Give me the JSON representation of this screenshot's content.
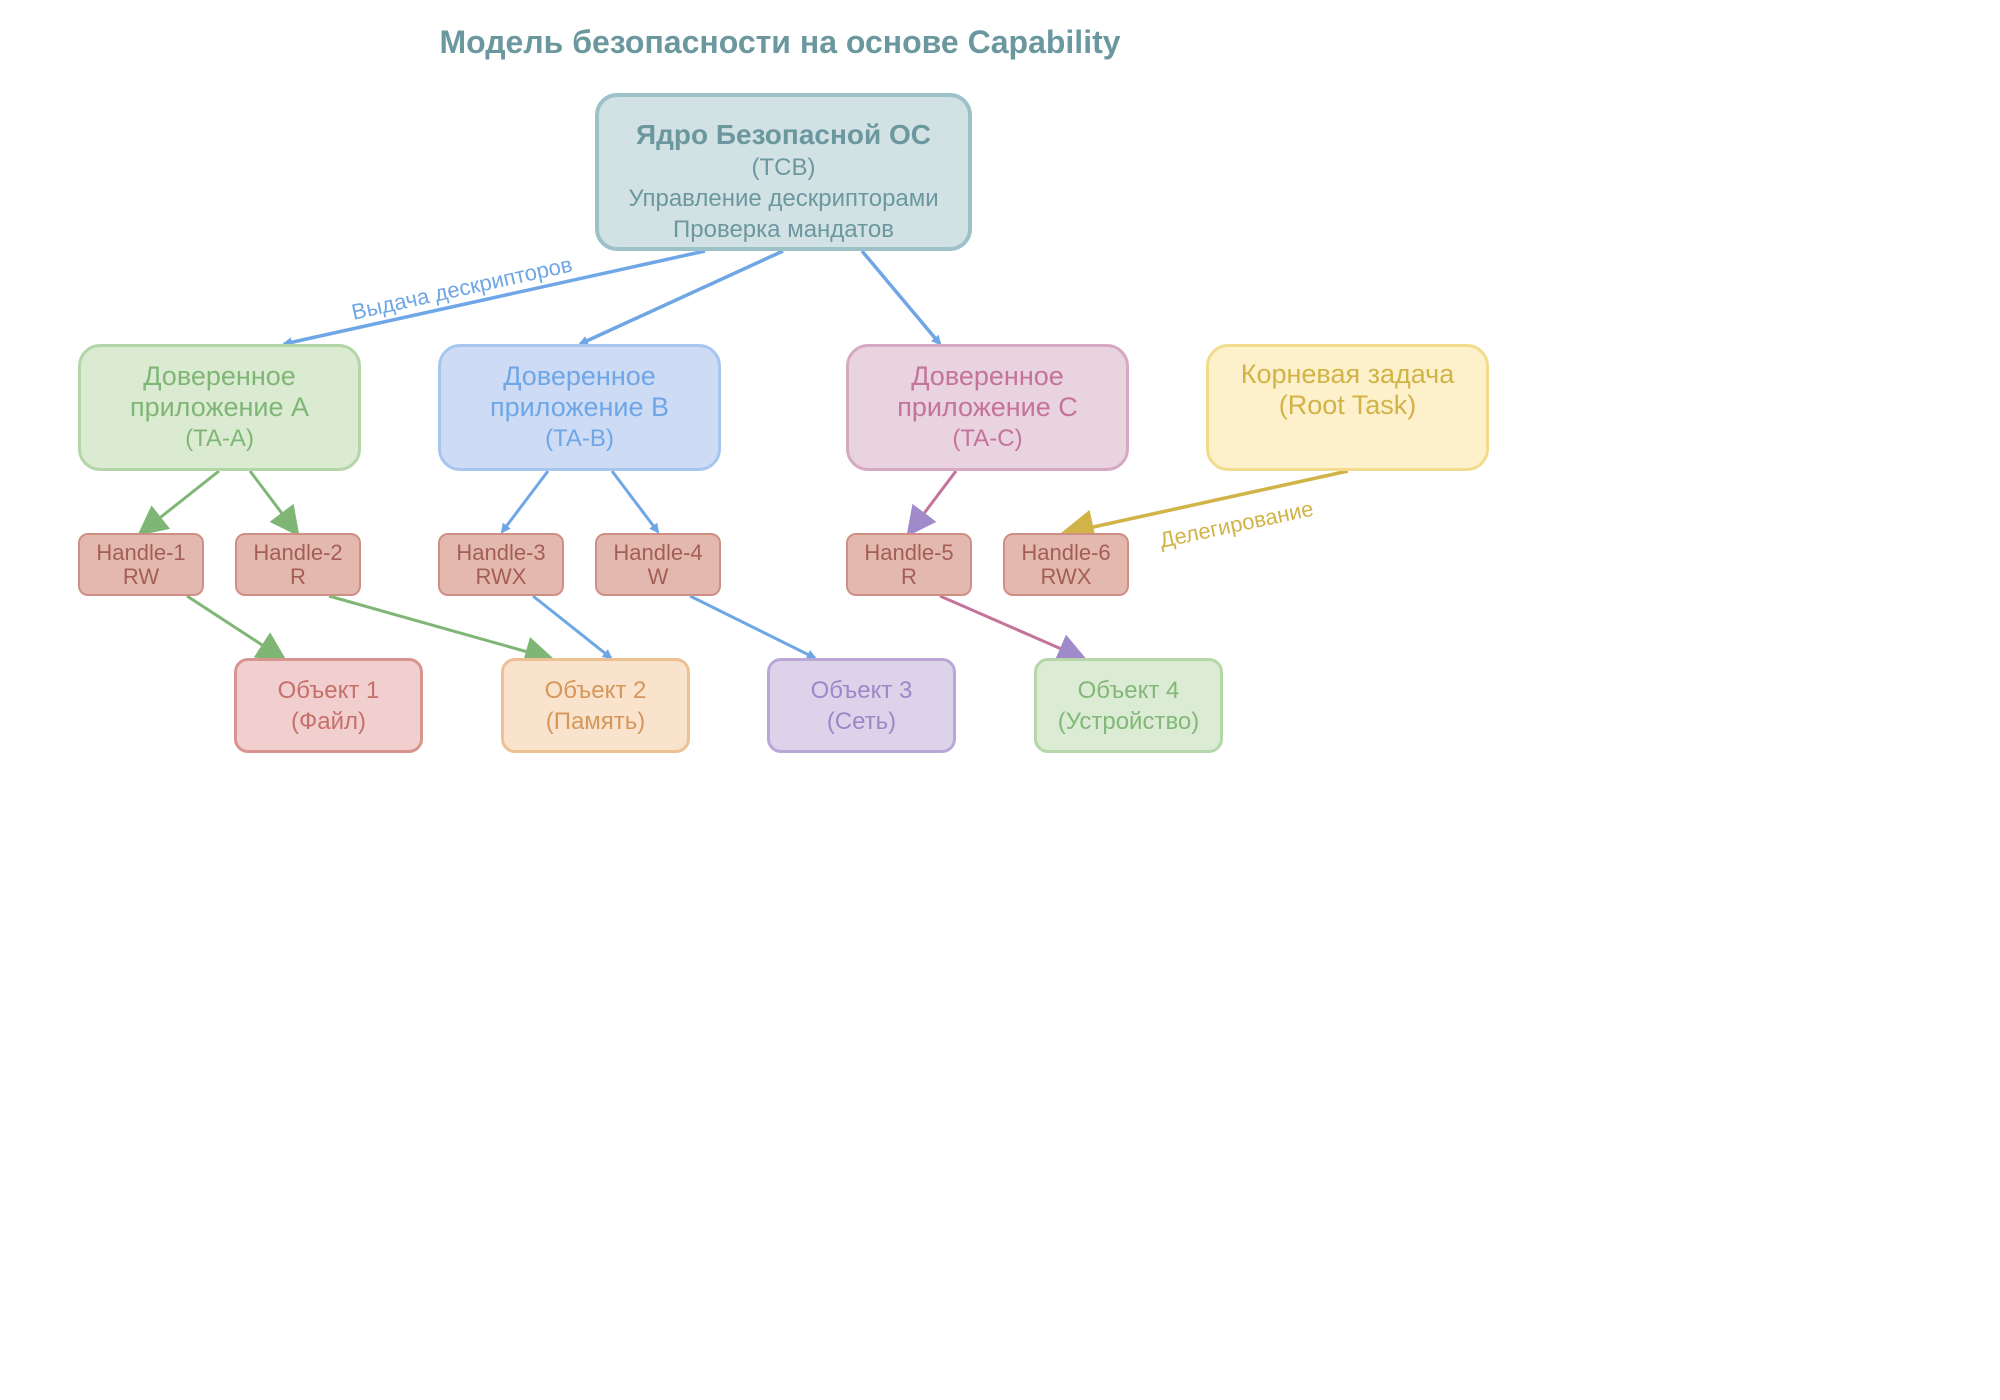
{
  "title": "Модель безопасности на основе Capability",
  "kernel": {
    "name": "Ядро Безопасной ОС",
    "line2": "(TCB)",
    "line3": "Управление дескрипторами",
    "line4": "Проверка мандатов"
  },
  "apps": [
    {
      "line1": "Доверенное",
      "line2": "приложение A",
      "line3": "(TA-A)"
    },
    {
      "line1": "Доверенное",
      "line2": "приложение B",
      "line3": "(TA-B)"
    },
    {
      "line1": "Доверенное",
      "line2": "приложение C",
      "line3": "(TA-C)"
    }
  ],
  "root_task": {
    "line1": "Корневая задача",
    "line2": "(Root Task)"
  },
  "handles": [
    {
      "name": "Handle-1",
      "rights": "RW"
    },
    {
      "name": "Handle-2",
      "rights": "R"
    },
    {
      "name": "Handle-3",
      "rights": "RWX"
    },
    {
      "name": "Handle-4",
      "rights": "W"
    },
    {
      "name": "Handle-5",
      "rights": "R"
    },
    {
      "name": "Handle-6",
      "rights": "RWX"
    }
  ],
  "objects": [
    {
      "line1": "Объект 1",
      "line2": "(Файл)"
    },
    {
      "line1": "Объект 2",
      "line2": "(Память)"
    },
    {
      "line1": "Объект 3",
      "line2": "(Сеть)"
    },
    {
      "line1": "Объект 4",
      "line2": "(Устройство)"
    }
  ],
  "edge_labels": {
    "issue": "Выдача дескрипторов",
    "delegation": "Делегирование"
  },
  "colors": {
    "blue_edge": "#6ea6e6",
    "green_edge": "#7fb676",
    "pink_edge": "#c4739a",
    "purple_head": "#a08ac9",
    "yellow_edge": "#d2b347"
  }
}
